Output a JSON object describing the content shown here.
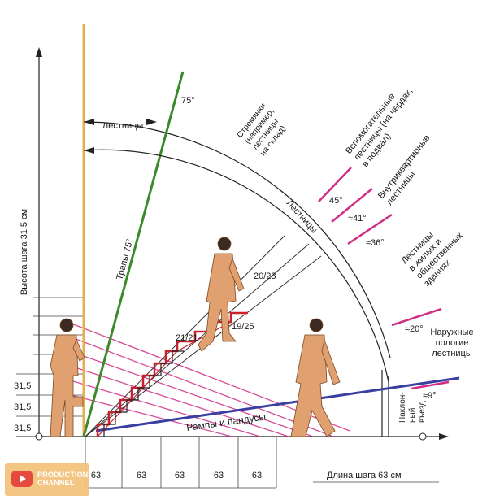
{
  "axes": {
    "y_label": "Высота шага 31,5 см",
    "x_label": "Длина шага 63 см",
    "y_ticks": [
      "31,5",
      "31,5",
      "31,5"
    ],
    "x_ticks": [
      "63",
      "63",
      "63",
      "63",
      "63"
    ]
  },
  "labels": {
    "ladders": "Лестницы",
    "trapy": "Трапы 75°",
    "angle_75": "75°",
    "stremyanki": [
      "Стремянки",
      "(например,",
      "лестницы",
      "на склад)"
    ],
    "ladders_arc": "Лестницы",
    "auxiliary": [
      "Вспомогательные",
      "лестницы (на чердак,",
      "в подвал)"
    ],
    "intra_apartment": [
      "Внутриквартирные",
      "лестницы"
    ],
    "residential": [
      "Лестницы",
      "в жилых и",
      "общественных",
      "зданиях"
    ],
    "outdoor": [
      "Наружные",
      "пологие",
      "лестницы"
    ],
    "incline_entry": [
      "Наклон-",
      "ный",
      "въезд"
    ],
    "ramps": "Рампы и пандусы",
    "angle_45": "45°",
    "angle_41": "≈41°",
    "angle_36": "≈36°",
    "angle_20": "≈20°",
    "angle_9": "≈9°",
    "ratio_20_23": "20/23",
    "ratio_21_21": "21/21",
    "ratio_19_25": "19/25"
  },
  "watermark": {
    "line1": "PRODUCTION",
    "line2": "CHANNEL"
  },
  "colors": {
    "ladder_line": "#e8b04a",
    "trap_line": "#3a8a2a",
    "stairs_red": "#c8222e",
    "magenta": "#d02c86",
    "ramp_blue": "#3a3ea0",
    "figure": "#e0a070"
  }
}
